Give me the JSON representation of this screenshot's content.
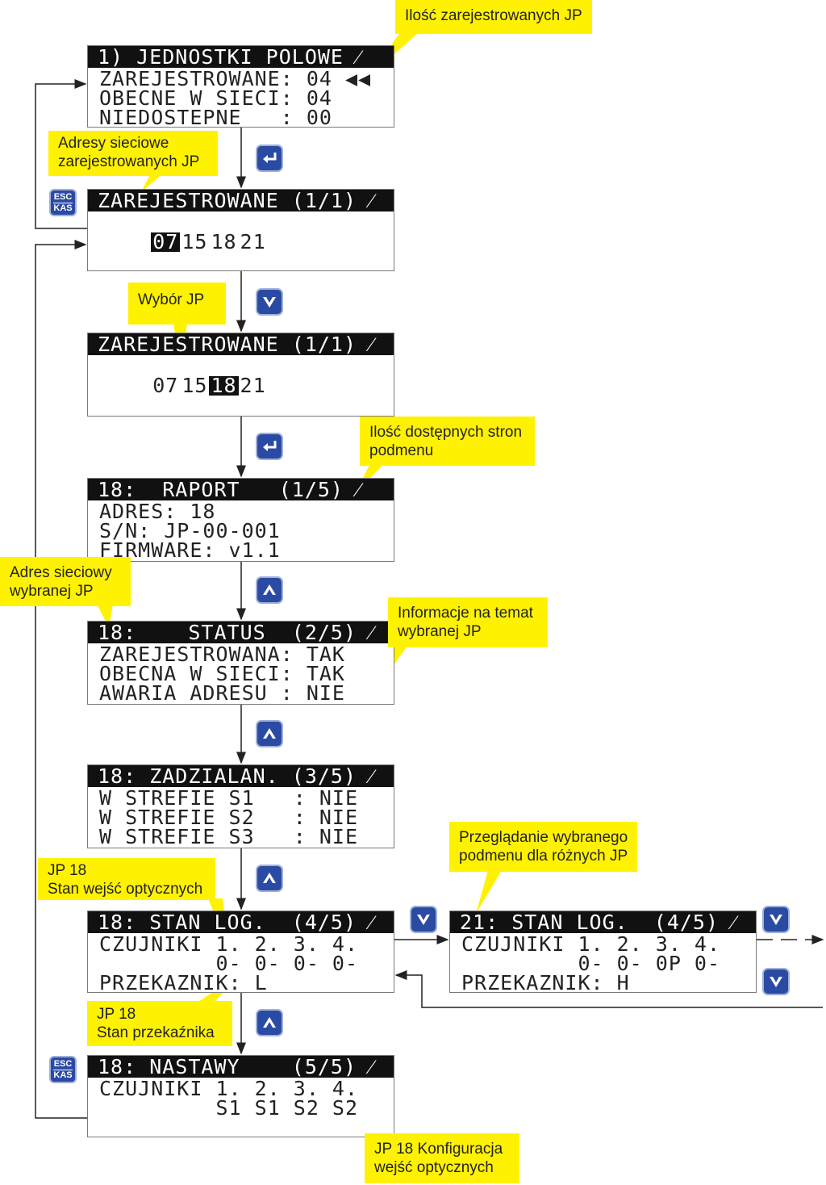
{
  "screens": {
    "s1": {
      "header": "1) JEDNOSTKI POLOWE ⁄",
      "lines": [
        "ZAREJESTROWANE: 04 ◀◀",
        "OBECNE W SIECI: 04",
        "NIEDOSTEPNE   : 00"
      ]
    },
    "s2": {
      "header": "ZAREJESTROWANE (1/1) ⁄",
      "addresses": [
        "07",
        "15",
        "18",
        "21"
      ],
      "selected": "07"
    },
    "s3": {
      "header": "ZAREJESTROWANE (1/1) ⁄",
      "addresses": [
        "07",
        "15",
        "18",
        "21"
      ],
      "selected": "18"
    },
    "s4": {
      "header": "18:  RAPORT   (1/5) ⁄",
      "lines": [
        "ADRES: 18",
        "S/N: JP-00-001",
        "FIRMWARE: v1.1"
      ]
    },
    "s5": {
      "header": "18:    STATUS  (2/5) ⁄",
      "lines": [
        "ZAREJESTROWANA: TAK",
        "OBECNA W SIECI: TAK",
        "AWARIA ADRESU : NIE"
      ]
    },
    "s6": {
      "header": "18: ZADZIALAN. (3/5) ⁄",
      "lines": [
        "W STREFIE S1   : NIE",
        "W STREFIE S2   : NIE",
        "W STREFIE S3   : NIE"
      ]
    },
    "s7": {
      "header": "18: STAN LOG.  (4/5) ⁄",
      "lines": [
        "CZUJNIKI 1. 2. 3. 4.",
        "         0- 0- 0- 0-",
        "PRZEKAZNIK: L"
      ]
    },
    "s8": {
      "header": "21: STAN LOG.  (4/5) ⁄",
      "lines": [
        "CZUJNIKI 1. 2. 3. 4.",
        "         0- 0- 0P 0-",
        "PRZEKAZNIK: H"
      ]
    },
    "s9": {
      "header": "18: NASTAWY    (5/5) ⁄",
      "lines": [
        "CZUJNIKI 1. 2. 3. 4.",
        "         S1 S1 S2 S2"
      ]
    }
  },
  "callouts": {
    "c1": [
      "Ilość zarejestrowanych JP"
    ],
    "c2": [
      "Adresy sieciowe",
      "zarejestrowanych JP"
    ],
    "c3": [
      "Wybór JP"
    ],
    "c4": [
      "Ilość dostępnych stron",
      "podmenu"
    ],
    "c5": [
      "Adres sieciowy",
      "wybranej JP"
    ],
    "c6": [
      "Informacje na temat",
      "wybranej JP"
    ],
    "c7": [
      "Przeglądanie wybranego",
      "podmenu dla różnych JP"
    ],
    "c8": [
      "JP 18",
      "Stan wejść optycznych"
    ],
    "c9": [
      "JP 18",
      " Stan przekaźnika"
    ],
    "c10": [
      "JP 18 Konfiguracja",
      "wejść optycznych"
    ]
  },
  "keys": {
    "esc_top": "ESC",
    "esc_bottom": "KAS"
  },
  "colors": {
    "callout": "#fff200",
    "key": "#2b4aa3",
    "lcd_header": "#111111"
  }
}
